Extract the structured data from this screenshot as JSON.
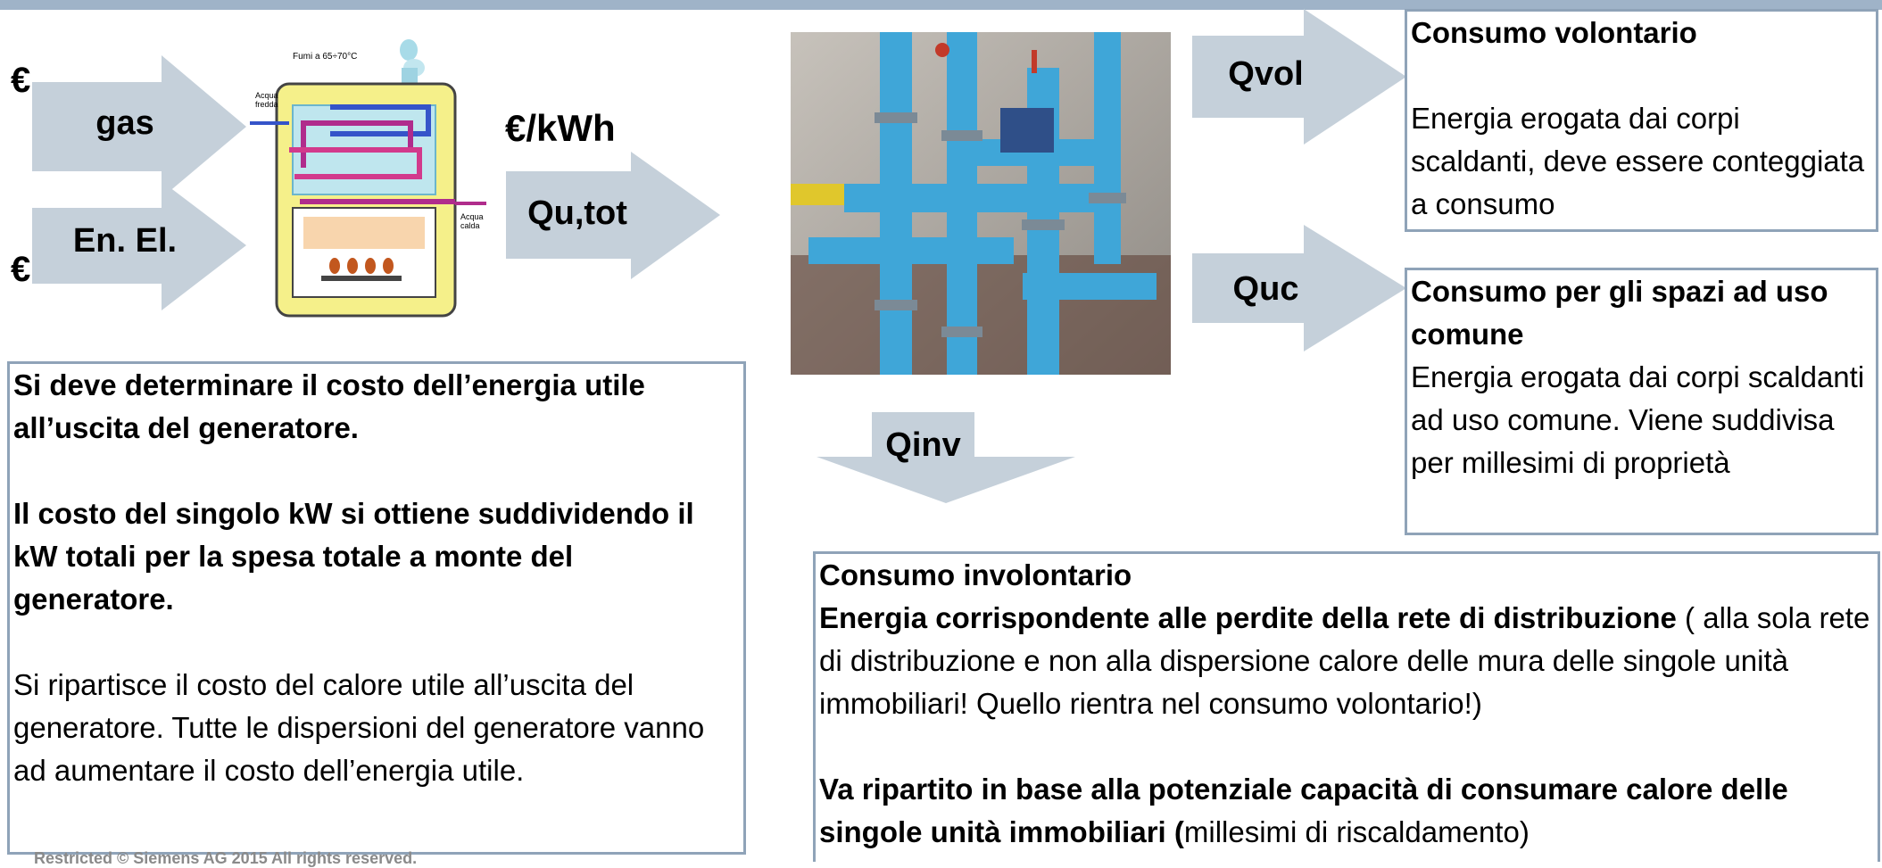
{
  "colors": {
    "arrow_fill": "#c5d0da",
    "box_border": "#8fa3b8",
    "top_bar": "#9fb3c8"
  },
  "left": {
    "euro_top": "€",
    "euro_bottom": "€",
    "gas_arrow": "gas",
    "elec_arrow": "En. El.",
    "boiler_labels": {
      "fumi": "Fumi a 65÷70°C",
      "acqua_fredda": "Acqua fredda",
      "acqua_calda": "Acqua calda"
    },
    "unit_label": "€/kWh",
    "output_arrow": "Qu,tot"
  },
  "left_box": {
    "p1": "Si deve determinare il costo dell’energia utile all’uscita del generatore.",
    "p2": "Il costo del singolo kW si ottiene suddividendo il kW totali per la spesa totale a monte del generatore.",
    "p3": "Si ripartisce il costo del calore utile all’uscita del generatore. Tutte le dispersioni del generatore vanno ad aumentare il costo dell’energia utile."
  },
  "center": {
    "qvol_arrow": "Qvol",
    "quc_arrow": "Quc",
    "qinv_arrow": "Qinv"
  },
  "vol_box": {
    "title": "Consumo volontario",
    "text": "Energia erogata dai corpi scaldanti, deve essere conteggiata a consumo"
  },
  "uc_box": {
    "title": "Consumo per gli spazi ad uso comune",
    "text": "Energia erogata dai corpi scaldanti ad uso comune. Viene suddivisa per millesimi di proprietà"
  },
  "inv_box": {
    "title": "Consumo involontario",
    "bold1": "Energia corrispondente alle perdite della rete di distribuzione",
    "normal1": " ( alla sola rete di distribuzione e non alla dispersione calore delle mura delle singole unità immobiliari! Quello rientra nel consumo volontario!)",
    "bold2": "Va ripartito in base alla potenziale capacità di consumare calore delle singole unità immobiliari  (",
    "normal2": "millesimi di riscaldamento)"
  },
  "footer": "Restricted © Siemens AG 2015 All rights reserved."
}
